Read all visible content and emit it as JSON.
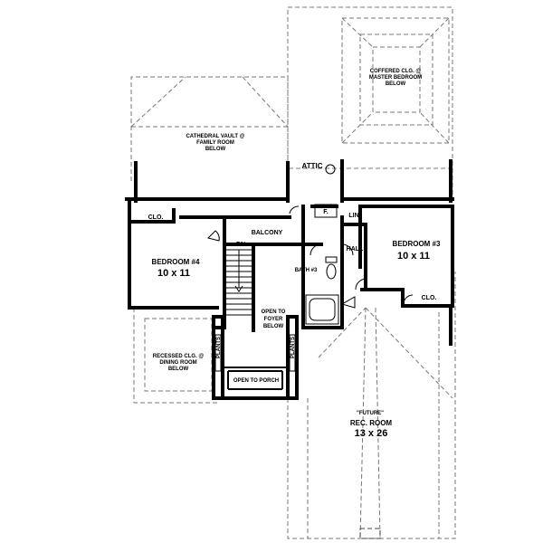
{
  "plan": {
    "coffered_lines": [
      "COFFERED CLG. @",
      "MASTER BEDROOM",
      "BELOW"
    ],
    "cathedral_lines": [
      "CATHEDRAL VAULT @",
      "FAMILY ROOM",
      "BELOW"
    ],
    "attic": "ATTIC",
    "clo_left": "CLO.",
    "f_label": "F.",
    "lin": "LIN",
    "balcony": "BALCONY",
    "dn": "DN",
    "hall": "HALL",
    "bedroom3_name": "BEDROOM #3",
    "bedroom3_size": "10 x 11",
    "bedroom4_name": "BEDROOM #4",
    "bedroom4_size": "10 x 11",
    "bath3": "BATH #3",
    "clo_right": "CLO.",
    "open_foyer_lines": [
      "OPEN TO",
      "FOYER",
      "BELOW"
    ],
    "plants": "PLANTS",
    "recessed_lines": [
      "RECESSED CLG. @",
      "DINING ROOM",
      "BELOW"
    ],
    "open_porch": "OPEN TO PORCH",
    "future": "\"FUTURE\"",
    "rec_room_name": "REC. ROOM",
    "rec_room_size": "13 x 26"
  }
}
